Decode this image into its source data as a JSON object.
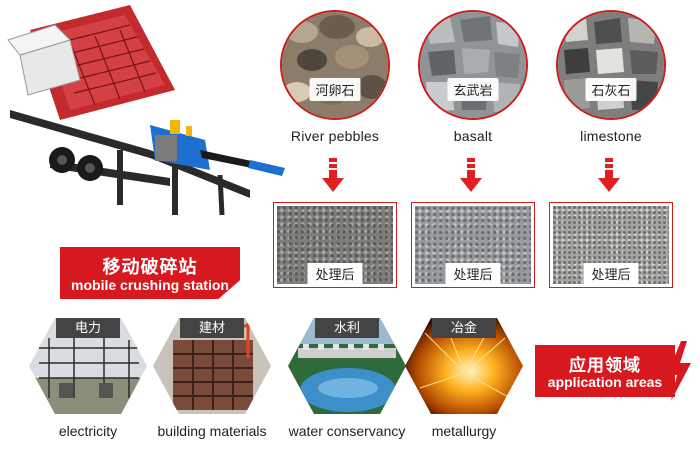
{
  "colors": {
    "accent": "#d7191f",
    "arrow": "#e02020",
    "label_bg": "#444444"
  },
  "station": {
    "title_cn": "移动破碎站",
    "title_en": "mobile crushing station"
  },
  "materials": [
    {
      "cn": "河卵石",
      "en": "River pebbles",
      "processed_label": "处理后"
    },
    {
      "cn": "玄武岩",
      "en": "basalt",
      "processed_label": "处理后"
    },
    {
      "cn": "石灰石",
      "en": "limestone",
      "processed_label": "处理后"
    }
  ],
  "applications": [
    {
      "cat_cn": "电力",
      "label": "electricity"
    },
    {
      "cat_cn": "建材",
      "label": "building materials"
    },
    {
      "cat_cn": "水利",
      "label": "water conservancy"
    },
    {
      "cat_cn": "冶金",
      "label": "metallurgy"
    }
  ],
  "apps_banner": {
    "title_cn": "应用领域",
    "title_en": "application areas"
  }
}
